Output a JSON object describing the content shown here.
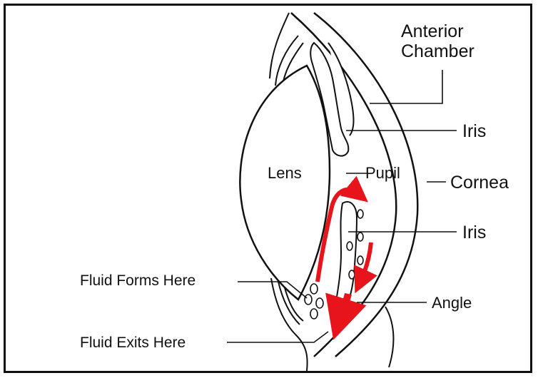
{
  "labels": {
    "anterior_line1": "Anterior",
    "anterior_line2": "Chamber",
    "iris_upper": "Iris",
    "lens": "Lens",
    "pupil": "Pupil",
    "cornea": "Cornea",
    "iris_lower": "Iris",
    "fluid_forms": "Fluid Forms Here",
    "angle": "Angle",
    "fluid_exits": "Fluid Exits Here"
  },
  "colors": {
    "outline": "#111111",
    "flow_arrow": "#e8141b"
  }
}
